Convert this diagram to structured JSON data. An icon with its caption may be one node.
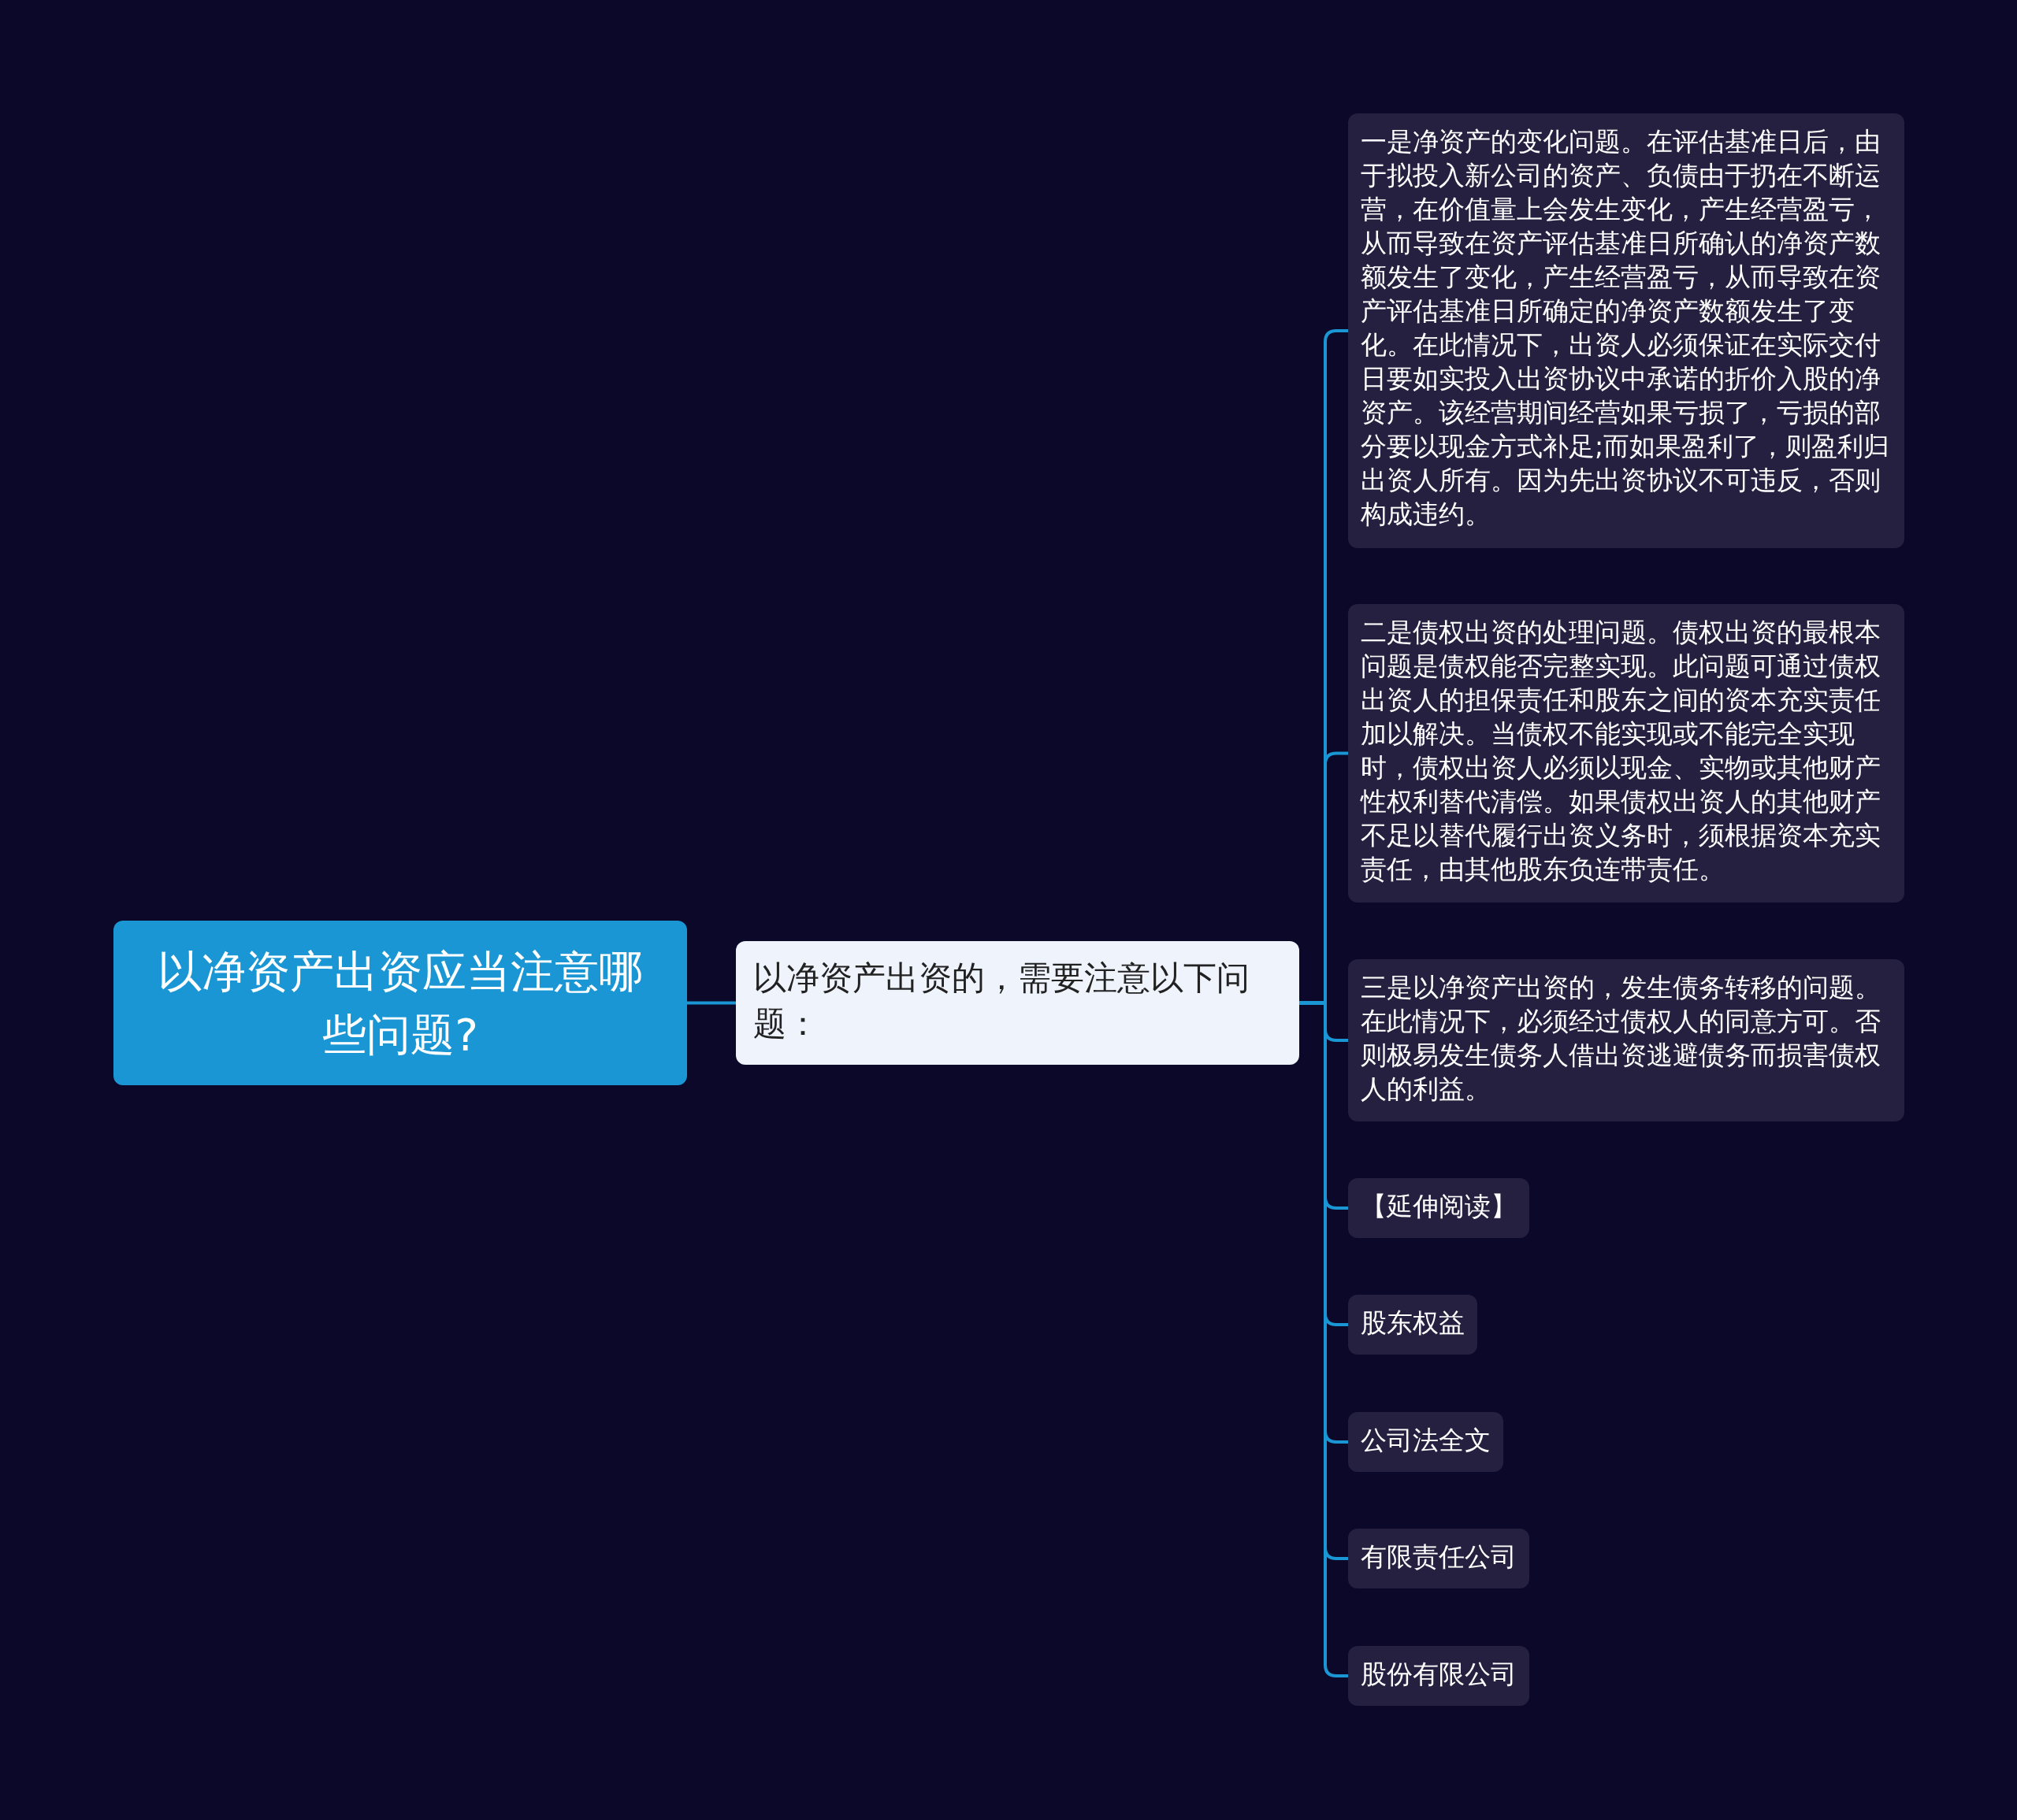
{
  "diagram": {
    "nodes": [
      {
        "text": [
          "以净资产出资应当注意哪些问题?"
        ]
      },
      {
        "text": [
          "以净资产出资的，需要注意以下问题："
        ]
      },
      {
        "text": [
          "一是净资产的变化问题。在评估基准日后，由于拟投入新公司的资产、负债由于扔在不断运营，在价值量上会发生变化，产生经营盈亏，从而导致在资产评估基准日所确认的净资产数额发生了变化，产生经营盈亏，从而导致在资产评估基准日所确定的净资产数额发生了变化。在此情况下，出资人必须保证在实际交付日要如实投入出资协议中承诺的折价入股的净资产。该经营期间经营如果亏损了，亏损的部分要以现金方式补足;而如果盈利了，则盈利归出资人所有。因为先出资协议不可违反，否则构成违约。"
        ]
      },
      {
        "text": [
          "二是债权出资的处理问题。债权出资的最根本问题是债权能否完整实现。此问题可通过债权出资人的担保责任和股东之间的资本充实责任加以解决。当债权不能实现或不能完全实现时，债权出资人必须以现金、实物或其他财产性权利替代清偿。如果债权出资人的其他财产不足以替代履行出资义务时，须根据资本充实责任，由其他股东负连带责任。"
        ]
      },
      {
        "text": [
          "三是以净资产出资的，发生债务转移的问题。在此情况下，必须经过债权人的同意方可。否则极易发生债务人借出资逃避债务而损害债权人的利益。"
        ]
      },
      {
        "text": [
          "【延伸阅读】"
        ]
      },
      {
        "text": [
          "股东权益"
        ]
      },
      {
        "text": [
          "公司法全文"
        ]
      },
      {
        "text": [
          "有限责任公司"
        ]
      },
      {
        "text": [
          "股份有限公司"
        ]
      }
    ],
    "edges": [
      {
        "from": 0,
        "to": 1,
        "arrow": "none"
      },
      {
        "from": 1,
        "to": 2,
        "arrow": "none"
      },
      {
        "from": 1,
        "to": 3,
        "arrow": "none"
      },
      {
        "from": 1,
        "to": 4,
        "arrow": "none"
      },
      {
        "from": 1,
        "to": 5,
        "arrow": "none"
      },
      {
        "from": 1,
        "to": 6,
        "arrow": "none"
      },
      {
        "from": 1,
        "to": 7,
        "arrow": "none"
      },
      {
        "from": 1,
        "to": 8,
        "arrow": "none"
      },
      {
        "from": 1,
        "to": 9,
        "arrow": "none"
      }
    ]
  }
}
